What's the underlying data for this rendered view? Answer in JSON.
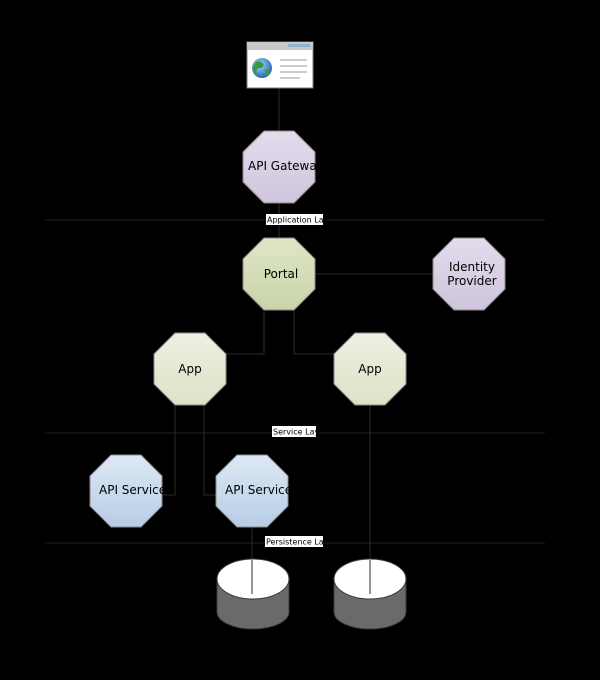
{
  "layers": [
    {
      "label": "Application Lay"
    },
    {
      "label": "Service Lay"
    },
    {
      "label": "Persistence La"
    }
  ],
  "nodes": {
    "api_gateway": {
      "label": "API Gatewa",
      "color": "#d9d0e4"
    },
    "portal": {
      "label": "Portal",
      "color": "#d3ddb8"
    },
    "identity_provider": {
      "label_line1": "Identity",
      "label_line2": "Provider",
      "color": "#d9d0e4"
    },
    "app_left": {
      "label": "App",
      "color": "#e6ead5"
    },
    "app_right": {
      "label": "App",
      "color": "#e6ead5"
    },
    "api_service_left": {
      "label": "API Service",
      "color": "#c8d9ec"
    },
    "api_service_right": {
      "label": "API Service",
      "color": "#c8d9ec"
    }
  },
  "icons": {
    "browser": "browser-window-globe-icon",
    "database": "database-cylinder-icon"
  }
}
